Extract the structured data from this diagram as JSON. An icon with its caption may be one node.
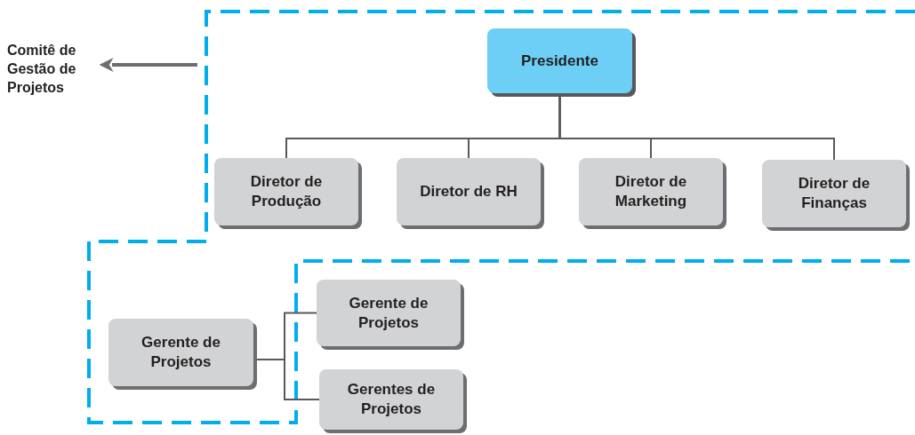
{
  "diagram": {
    "nodes": [
      {
        "text": [
          "Comitê de Gestão de Projetos"
        ]
      },
      {
        "text": [
          "Presidente"
        ]
      },
      {
        "text": [
          "Diretor de Produção"
        ]
      },
      {
        "text": [
          "Diretor de RH"
        ]
      },
      {
        "text": [
          "Diretor de Marketing"
        ]
      },
      {
        "text": [
          "Diretor de Finanças"
        ]
      },
      {
        "text": [
          "Gerente de Projetos"
        ]
      },
      {
        "text": [
          "Gerente de Projetos"
        ]
      },
      {
        "text": [
          "Gerentes de Projetos"
        ]
      }
    ],
    "edges": [
      {
        "from": null,
        "to": 0,
        "arrow": "to",
        "color": "#6d6e71",
        "style": "thick"
      },
      {
        "from": 1,
        "to": 2,
        "arrow": "none"
      },
      {
        "from": 1,
        "to": 3,
        "arrow": "none"
      },
      {
        "from": 1,
        "to": 4,
        "arrow": "none"
      },
      {
        "from": 1,
        "to": 5,
        "arrow": "none"
      },
      {
        "from": 6,
        "to": 7,
        "arrow": "none"
      },
      {
        "from": 6,
        "to": 8,
        "arrow": "none"
      }
    ]
  }
}
